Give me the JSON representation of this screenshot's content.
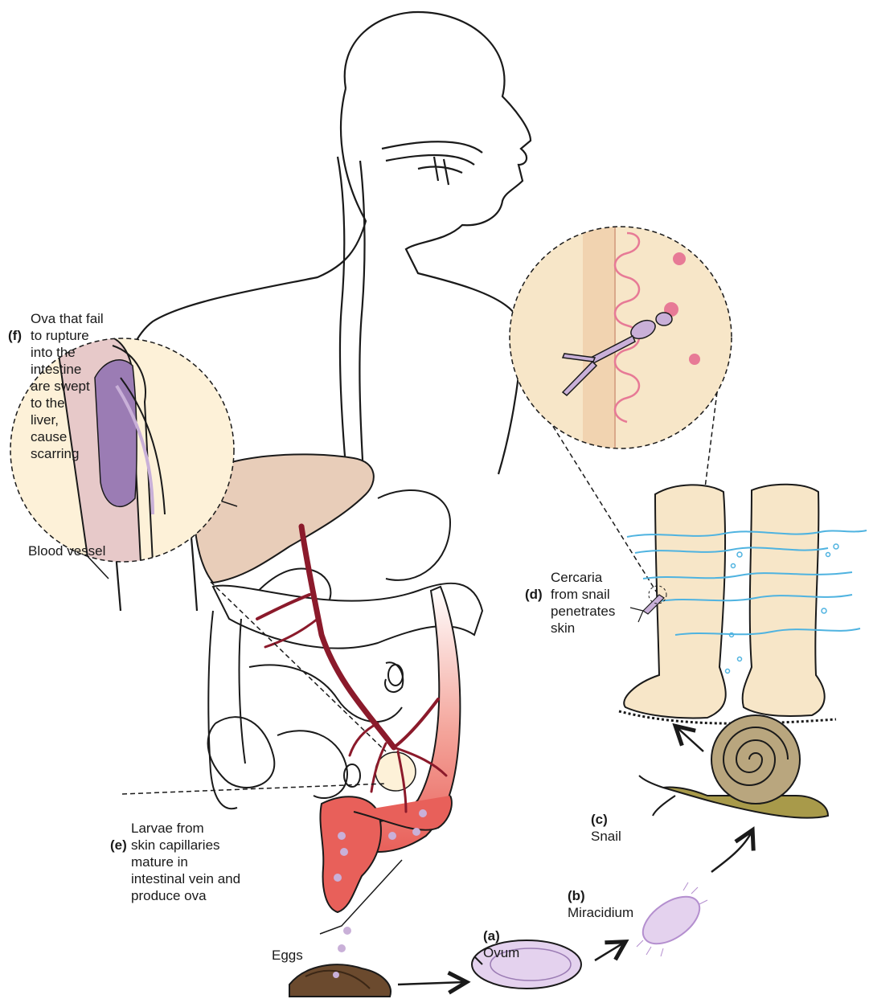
{
  "labels": {
    "f": {
      "letter": "(f)",
      "text": "Ova that fail\nto rupture\ninto the\nintestine\nare swept\nto the\nliver,\ncause\nscarring"
    },
    "blood_vessel": {
      "text": "Blood vessel"
    },
    "d": {
      "letter": "(d)",
      "text": "Cercaria\nfrom snail\npenetrates\nskin"
    },
    "c": {
      "letter": "(c)",
      "text": "Snail"
    },
    "e": {
      "letter": "(e)",
      "text": "Larvae from\nskin capillaries\nmature in\nintestinal vein and\nproduce ova"
    },
    "b": {
      "letter": "(b)",
      "text": "Miracidium"
    },
    "a": {
      "letter": "(a)",
      "text": "Ovum"
    },
    "eggs": {
      "text": "Eggs"
    }
  },
  "colors": {
    "outline": "#1a1a1a",
    "liver": "#e8cdb9",
    "vein": "#8b1a2b",
    "colon_red": "#e8605a",
    "skin": "#f7e6c8",
    "water": "#4fb3e0",
    "parasite": "#c9b0d8",
    "vessel_bg": "#fdf1d8",
    "snail_shell": "#b9a67e",
    "snail_body": "#a89a4a",
    "feces": "#6b4a2e"
  }
}
